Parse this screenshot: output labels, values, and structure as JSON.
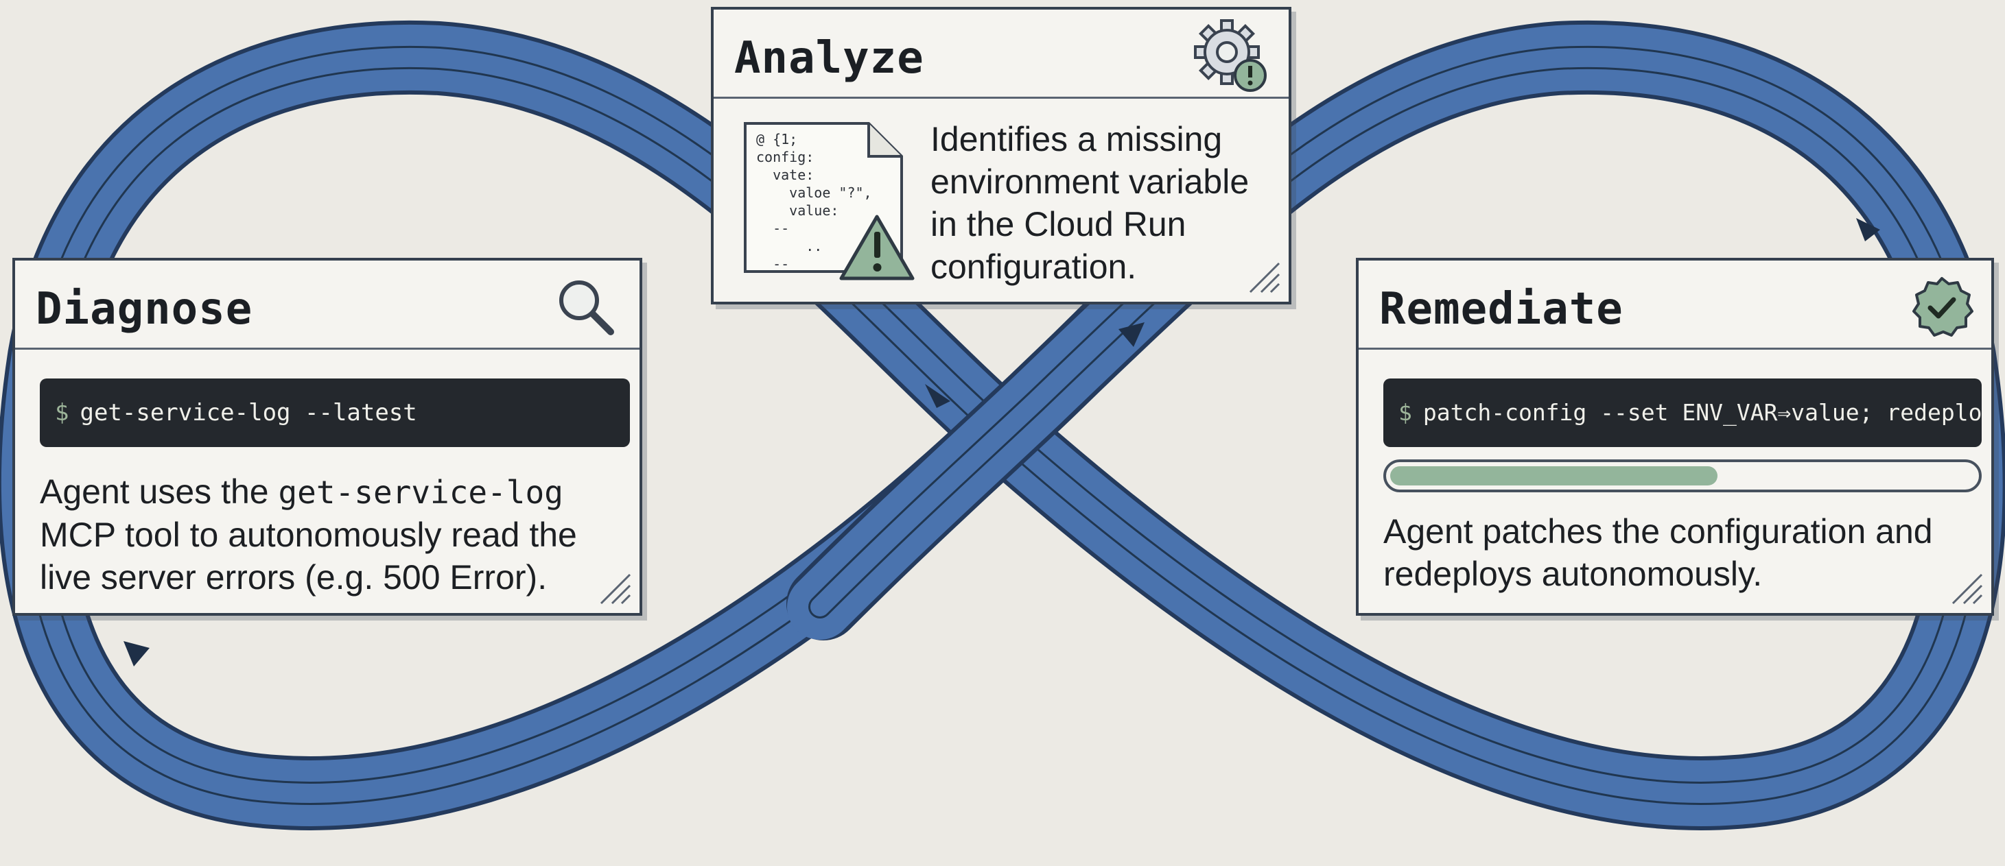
{
  "colors": {
    "background": "#eceae4",
    "loop": "#4a73ae",
    "loop_outline": "#243a5c",
    "card": "#f5f4f0",
    "terminal": "#24282d",
    "progress": "#93b59b",
    "warning": "#93b59b"
  },
  "diagnose": {
    "title": "Diagnose",
    "icon": "magnifier-icon",
    "prompt": "$",
    "command": "get-service-log --latest",
    "desc_before": "Agent uses the ",
    "desc_code": "get-service-log",
    "desc_after": " MCP tool to autonomously read the live server errors (e.g. 500 Error)."
  },
  "analyze": {
    "title": "Analyze",
    "icon": "gear-alert-icon",
    "doc_icon": "config-file-warning-icon",
    "doc_code": "@ {1;\nconfig:\n  vate:\n    valoe \"?\",\n    value:\n  --\n      ..\n  --",
    "description": "Identifies a missing environment variable in the Cloud Run configuration."
  },
  "remediate": {
    "title": "Remediate",
    "icon": "check-badge-icon",
    "prompt": "$",
    "command": "patch-config --set ENV_VAR⇒value; redeploy",
    "progress": 0.56,
    "description": "Agent patches the configuration and redeploys autonomously."
  }
}
